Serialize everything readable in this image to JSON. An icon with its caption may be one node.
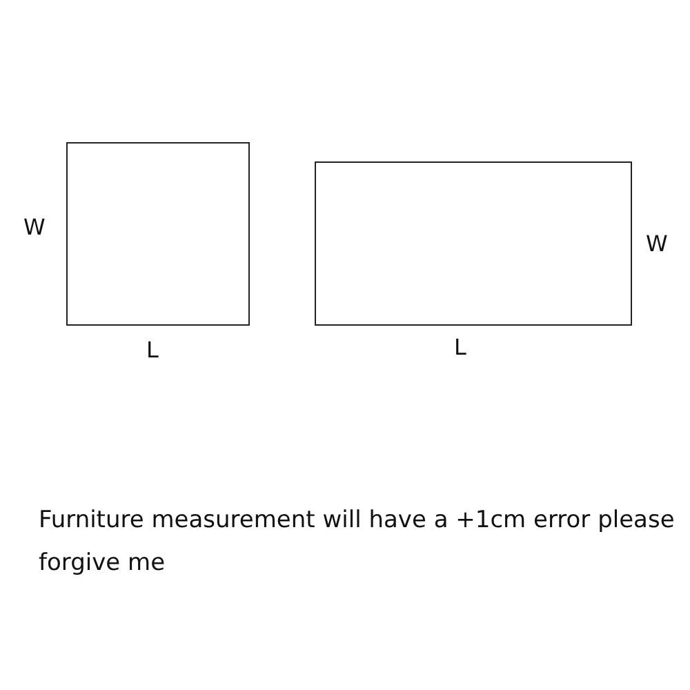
{
  "diagram": {
    "nodes": [
      {
        "text": [],
        "shape": "box",
        "beside": [
          "W",
          "L"
        ]
      },
      {
        "text": [],
        "shape": "box",
        "beside": [
          "W",
          "L"
        ]
      }
    ],
    "labels": [
      "Furniture measurement will have a +1cm error please forgive me"
    ]
  }
}
